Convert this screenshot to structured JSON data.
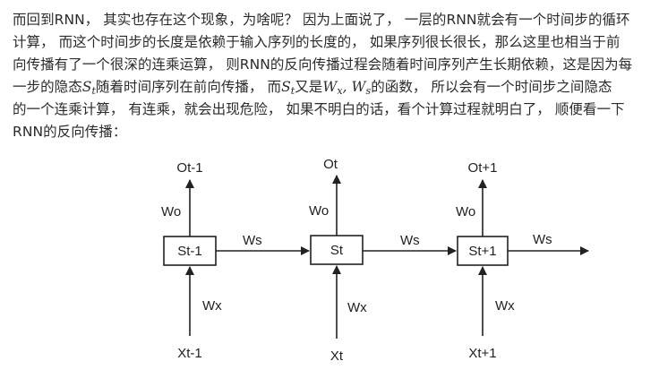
{
  "paragraph": {
    "line1": "而回到RNN， 其实也存在这个现象，为啥呢？ 因为上面说了， 一层的RNN就会有一个时间步的循环",
    "line2": "计算， 而这个时间步的长度是依赖于输入序列的长度的， 如果序列很长很长，那么这里也相当于前",
    "line3": "向传播有了一个很深的连乘运算， 则RNN的反向传播过程会随着时间序列产生长期依赖，这是因为每",
    "line4": {
      "pre": "一步的隐态",
      "s_base": "S",
      "s_sub": "t",
      "mid1": "随着时间序列在前向传播， 而",
      "s2_base": "S",
      "s2_sub": "t",
      "mid2": "又是",
      "wx_base": "W",
      "wx_sub": "x",
      "comma": ",",
      "ws_base": "W",
      "ws_sub": "s",
      "post": "的函数， 所以会有一个时间步之间隐态"
    },
    "line5": "的一个连乘计算， 有连乘，就会出现危险， 如果不明白的话，看个计算过程就明白了， 顺便看一下",
    "line6": "RNN的反向传播："
  },
  "diagram": {
    "steps": [
      {
        "state": "St-1",
        "output": "Ot-1",
        "input": "Xt-1",
        "wo": "Wo",
        "wx": "Wx"
      },
      {
        "state": "St",
        "output": "Ot",
        "input": "Xt",
        "wo": "Wo",
        "wx": "Wx"
      },
      {
        "state": "St+1",
        "output": "Ot+1",
        "input": "Xt+1",
        "wo": "Wo",
        "wx": "Wx"
      }
    ],
    "ws_labels": [
      "Ws",
      "Ws",
      "Ws"
    ]
  },
  "colors": {
    "text": "#2b2b2b",
    "diagram_stroke": "#222222",
    "background": "#ffffff"
  }
}
